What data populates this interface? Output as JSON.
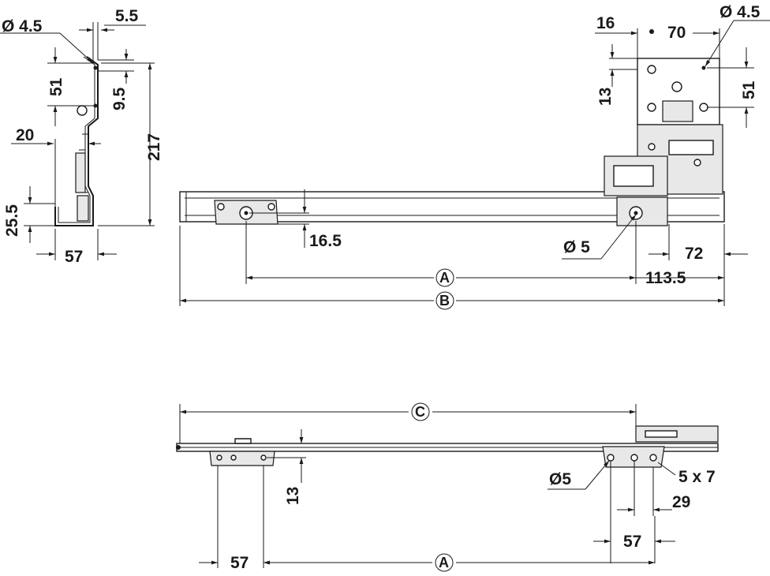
{
  "labels": {
    "side_dia": "Ø 4.5",
    "side_55": "5.5",
    "side_51": "51",
    "side_95": "9.5",
    "side_217": "217",
    "side_20": "20",
    "side_255": "25.5",
    "side_57": "57",
    "top_16": "16",
    "top_70": "70",
    "top_dia": "Ø 4.5",
    "top_13": "13",
    "top_51": "51",
    "mid_165": "16.5",
    "mid_dia5": "Ø 5",
    "mid_72": "72",
    "mid_1135": "113.5",
    "mid_A": "A",
    "mid_B": "B",
    "bot_C": "C",
    "bot_dia5": "Ø5",
    "bot_5x7": "5 x 7",
    "bot_13": "13",
    "bot_29": "29",
    "bot_57a": "57",
    "bot_57b": "57",
    "bot_A": "A"
  }
}
